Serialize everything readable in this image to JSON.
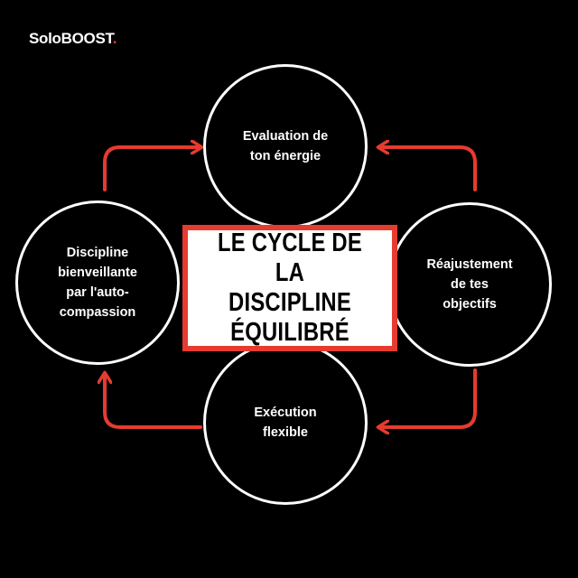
{
  "brand": {
    "name": "SoloBOOST",
    "dot": "."
  },
  "center_title": "LE CYCLE DE LA\nDISCIPLINE\nÉQUILIBRÉ",
  "steps": {
    "top": "Evaluation de\nton énergie",
    "right": "Réajustement\nde tes\nobjectifs",
    "bottom": "Exécution\nflexible",
    "left": "Discipline\nbienveillante\npar l'auto-\ncompassion"
  },
  "colors": {
    "accent": "#e63b2e",
    "background": "#000000",
    "circle_border": "#ffffff"
  }
}
